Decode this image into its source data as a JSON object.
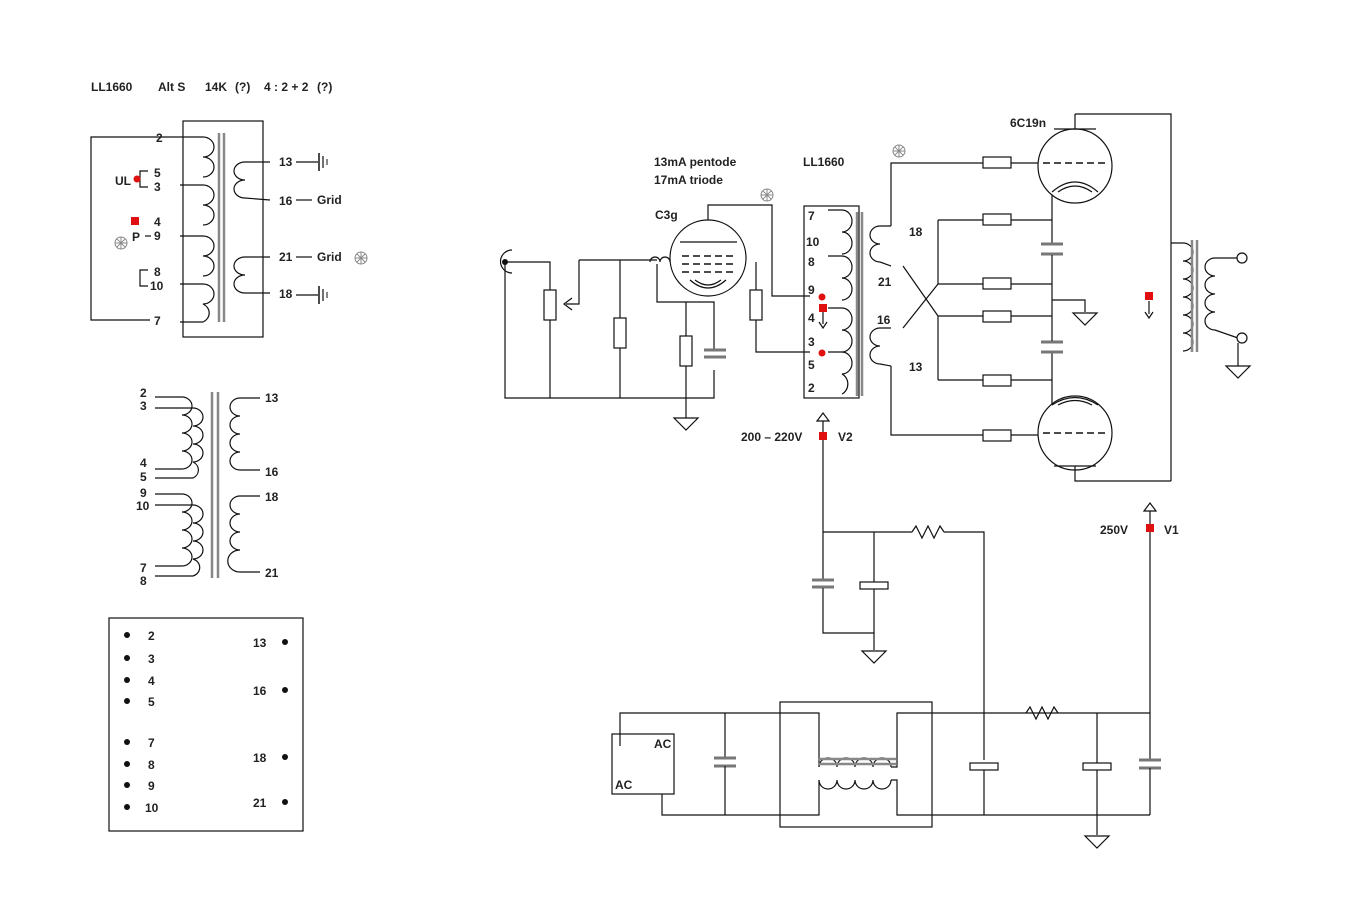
{
  "header": {
    "model": "LL1660",
    "alt": "Alt S",
    "imp": "14K",
    "q1": "(?)",
    "ratio": "4 : 2 + 2",
    "q2": "(?)"
  },
  "t1": {
    "left_pins": [
      "2",
      "5",
      "3",
      "4",
      "9",
      "8",
      "10",
      "7"
    ],
    "right_pins": [
      "13",
      "16",
      "21",
      "18"
    ],
    "ul": "UL",
    "p": "P",
    "grid1": "Grid",
    "grid2": "Grid"
  },
  "t2": {
    "left_pins": [
      "2",
      "3",
      "4",
      "5",
      "9",
      "10",
      "7",
      "8"
    ],
    "right_pins": [
      "13",
      "16",
      "18",
      "21"
    ]
  },
  "t3": {
    "left_pins": [
      "2",
      "3",
      "4",
      "5",
      "7",
      "8",
      "9",
      "10"
    ],
    "right_pins": [
      "13",
      "16",
      "18",
      "21"
    ]
  },
  "schematic": {
    "current1": "13mA  pentode",
    "current2": "17mA  triode",
    "driver_tube": "C3g",
    "interstage": "LL1660",
    "output_tube": "6C19n",
    "ll_pins": [
      "7",
      "10",
      "8",
      "9",
      "4",
      "3",
      "5",
      "2"
    ],
    "sec_top": [
      "18",
      "21"
    ],
    "sec_bot": [
      "16",
      "13"
    ],
    "v2_voltage": "200 – 220V",
    "v2_label": "V2",
    "v1_voltage": "250V",
    "v1_label": "V1",
    "ac1": "AC",
    "ac2": "AC"
  }
}
